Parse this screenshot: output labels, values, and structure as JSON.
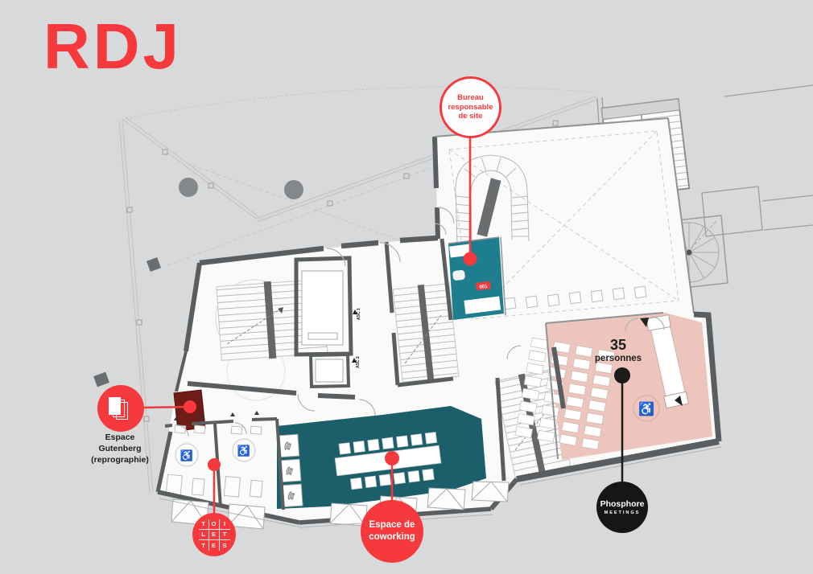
{
  "title": "RDJ",
  "callouts": {
    "bureau": {
      "label": "Bureau responsable de site"
    },
    "gutenberg": {
      "icon": "document-stack-icon",
      "lines": [
        "Espace",
        "Gutenberg",
        "(reprographie)"
      ]
    },
    "toilettes": {
      "word": "TOILETTES",
      "letters": [
        "T",
        "O",
        "I",
        "L",
        "E",
        "T",
        "T",
        "E",
        "S"
      ]
    },
    "coworking": {
      "label": "Espace de coworking"
    },
    "phosphore": {
      "name": "Phosphore",
      "subtitle": "MEETINGS",
      "capacity": "35",
      "capacity_unit": "personnes"
    }
  },
  "plan": {
    "desk_label": "001",
    "asc1": "ASC 1",
    "asc2": "ASC 2"
  },
  "icons": {
    "phone_glyph": "☎",
    "wheelchair_glyph": "♿"
  },
  "colors": {
    "background": "#D8D9DA",
    "accent_red": "#F5393D",
    "desk_teal": "#1F7E8E",
    "coworking_teal": "#1A5F6A",
    "meeting_pink": "#EDC5BD",
    "repro_dark_red": "#6F1B18",
    "wall_gray": "#5A5E60",
    "phosphore_black": "#161614"
  }
}
